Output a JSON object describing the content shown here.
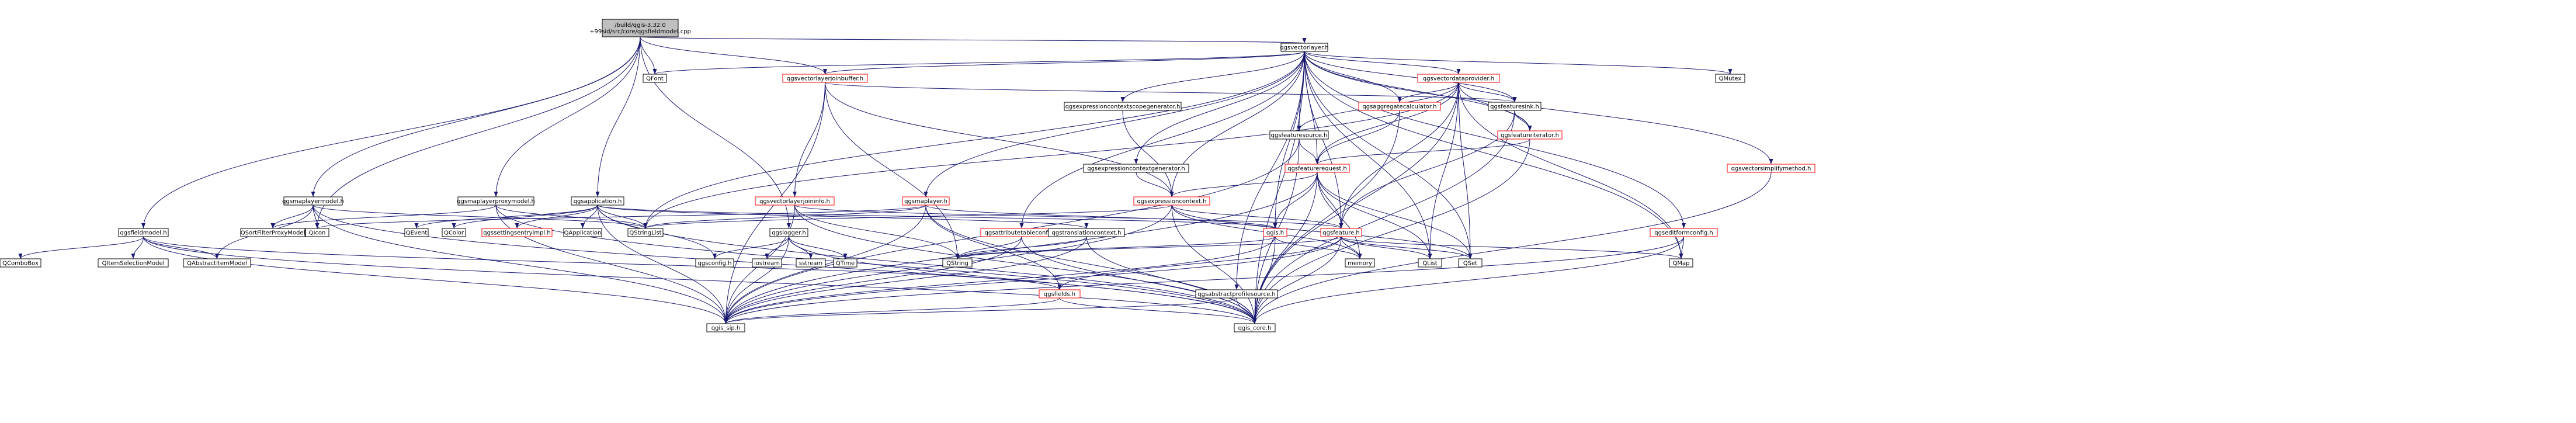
{
  "title": "/build/qgis-3.32.0+99sid/src/core/qgsfieldmodel.cpp",
  "colors": {
    "root_fill": "#bfbfbf",
    "node_stroke": "#000000",
    "red_stroke": "#ff0000",
    "edge": "#191970"
  },
  "nodes": [
    {
      "id": "root",
      "lines": [
        "/build/qgis-3.32.0",
        "+99sid/src/core/qgsfieldmodel.cpp"
      ],
      "kind": "root"
    },
    {
      "id": "qgsvectorlayer",
      "lines": [
        "qgsvectorlayer.h"
      ],
      "kind": "black"
    },
    {
      "id": "qfont",
      "lines": [
        "QFont"
      ],
      "kind": "black"
    },
    {
      "id": "qgsvectorlayerjoinbuffer",
      "lines": [
        "qgsvectorlayerjoinbuffer.h"
      ],
      "kind": "red"
    },
    {
      "id": "qgsvectordataprovider",
      "lines": [
        "qgsvectordataprovider.h"
      ],
      "kind": "red"
    },
    {
      "id": "qmutex",
      "lines": [
        "QMutex"
      ],
      "kind": "black"
    },
    {
      "id": "qgsvectorsimplifymethod",
      "lines": [
        "qgsvectorsimplifymethod.h"
      ],
      "kind": "red"
    },
    {
      "id": "qgsexpressioncontextscopegenerator",
      "lines": [
        "qgsexpressioncontextscopegenerator.h"
      ],
      "kind": "black"
    },
    {
      "id": "qgsaggregatecalculator",
      "lines": [
        "qgsaggregatecalculator.h"
      ],
      "kind": "red"
    },
    {
      "id": "qgsfeaturesink",
      "lines": [
        "qgsfeaturesink.h"
      ],
      "kind": "black"
    },
    {
      "id": "qgsfeaturesource",
      "lines": [
        "qgsfeaturesource.h"
      ],
      "kind": "black"
    },
    {
      "id": "qgsfeatureiterator",
      "lines": [
        "qgsfeatureiterator.h"
      ],
      "kind": "red"
    },
    {
      "id": "qgsexpressioncontextgenerator",
      "lines": [
        "qgsexpressioncontextgenerator.h"
      ],
      "kind": "black"
    },
    {
      "id": "qgsfeaturerequest",
      "lines": [
        "qgsfeaturerequest.h"
      ],
      "kind": "red"
    },
    {
      "id": "qgsmaplayermodel",
      "lines": [
        "qgsmaplayermodel.h"
      ],
      "kind": "black"
    },
    {
      "id": "qgsmaplayerproxymodel",
      "lines": [
        "qgsmaplayerproxymodel.h"
      ],
      "kind": "black"
    },
    {
      "id": "qgsapplication",
      "lines": [
        "qgsapplication.h"
      ],
      "kind": "black"
    },
    {
      "id": "qgsvectorlayerjoininfo",
      "lines": [
        "qgsvectorlayerjoininfo.h"
      ],
      "kind": "red"
    },
    {
      "id": "qgsmaplayer",
      "lines": [
        "qgsmaplayer.h"
      ],
      "kind": "red"
    },
    {
      "id": "qgsexpressioncontext",
      "lines": [
        "qgsexpressioncontext.h"
      ],
      "kind": "red"
    },
    {
      "id": "qgsfieldmodel",
      "lines": [
        "qgsfieldmodel.h"
      ],
      "kind": "black"
    },
    {
      "id": "qsortfilterproxymodel",
      "lines": [
        "QSortFilterProxyModel"
      ],
      "kind": "black"
    },
    {
      "id": "qicon",
      "lines": [
        "QIcon"
      ],
      "kind": "black"
    },
    {
      "id": "qstringlist",
      "lines": [
        "QStringList"
      ],
      "kind": "black"
    },
    {
      "id": "qevent",
      "lines": [
        "QEvent"
      ],
      "kind": "black"
    },
    {
      "id": "qcolor",
      "lines": [
        "QColor"
      ],
      "kind": "black"
    },
    {
      "id": "qgssettingsentryimpl",
      "lines": [
        "qgssettingsentryimpl.h"
      ],
      "kind": "red"
    },
    {
      "id": "qapplication",
      "lines": [
        "QApplication"
      ],
      "kind": "black"
    },
    {
      "id": "qgslogger",
      "lines": [
        "qgslogger.h"
      ],
      "kind": "black"
    },
    {
      "id": "qgsattributetableconfig",
      "lines": [
        "qgsattributetableconfig.h"
      ],
      "kind": "red"
    },
    {
      "id": "qgstranslationcontext",
      "lines": [
        "qgstranslationcontext.h"
      ],
      "kind": "black"
    },
    {
      "id": "qgis",
      "lines": [
        "qgis.h"
      ],
      "kind": "red"
    },
    {
      "id": "qgsfeature",
      "lines": [
        "qgsfeature.h"
      ],
      "kind": "red"
    },
    {
      "id": "qgseditformconfig",
      "lines": [
        "qgseditformconfig.h"
      ],
      "kind": "red"
    },
    {
      "id": "qcombobox",
      "lines": [
        "QComboBox"
      ],
      "kind": "black"
    },
    {
      "id": "qitemselectionmodel",
      "lines": [
        "QItemSelectionModel"
      ],
      "kind": "black"
    },
    {
      "id": "qabstractitemmodel",
      "lines": [
        "QAbstractItemModel"
      ],
      "kind": "black"
    },
    {
      "id": "qgsconfig",
      "lines": [
        "qgsconfig.h"
      ],
      "kind": "black"
    },
    {
      "id": "iostream",
      "lines": [
        "iostream"
      ],
      "kind": "black"
    },
    {
      "id": "sstream",
      "lines": [
        "sstream"
      ],
      "kind": "black"
    },
    {
      "id": "qtime",
      "lines": [
        "QTime"
      ],
      "kind": "black"
    },
    {
      "id": "qstring",
      "lines": [
        "QString"
      ],
      "kind": "black"
    },
    {
      "id": "qgsfields",
      "lines": [
        "qgsfields.h"
      ],
      "kind": "red"
    },
    {
      "id": "memory",
      "lines": [
        "memory"
      ],
      "kind": "black"
    },
    {
      "id": "qlist",
      "lines": [
        "QList"
      ],
      "kind": "black"
    },
    {
      "id": "qset",
      "lines": [
        "QSet"
      ],
      "kind": "black"
    },
    {
      "id": "qmap",
      "lines": [
        "QMap"
      ],
      "kind": "black"
    },
    {
      "id": "qgsabstractprofilesource",
      "lines": [
        "qgsabstractprofilesource.h"
      ],
      "kind": "black"
    },
    {
      "id": "qgis_sip",
      "lines": [
        "qgis_sip.h"
      ],
      "kind": "black"
    },
    {
      "id": "qgis_core",
      "lines": [
        "qgis_core.h"
      ],
      "kind": "black"
    }
  ],
  "edges": [
    [
      "root",
      "qgsvectorlayer"
    ],
    [
      "root",
      "qfont"
    ],
    [
      "root",
      "qgsvectorlayerjoinbuffer"
    ],
    [
      "root",
      "qgsmaplayermodel"
    ],
    [
      "root",
      "qgsmaplayerproxymodel"
    ],
    [
      "root",
      "qgsapplication"
    ],
    [
      "root",
      "qgsfieldmodel"
    ],
    [
      "root",
      "qgslogger"
    ],
    [
      "root",
      "qicon"
    ],
    [
      "qgsvectorlayer",
      "qfont"
    ],
    [
      "qgsvectorlayer",
      "qgsvectorlayerjoinbuffer"
    ],
    [
      "qgsvectorlayer",
      "qgsvectordataprovider"
    ],
    [
      "qgsvectorlayer",
      "qmutex"
    ],
    [
      "qgsvectorlayer",
      "qgsvectorsimplifymethod"
    ],
    [
      "qgsvectorlayer",
      "qgsexpressioncontextscopegenerator"
    ],
    [
      "qgsvectorlayer",
      "qgsaggregatecalculator"
    ],
    [
      "qgsvectorlayer",
      "qgsfeaturesink"
    ],
    [
      "qgsvectorlayer",
      "qgsfeaturesource"
    ],
    [
      "qgsvectorlayer",
      "qgsfeatureiterator"
    ],
    [
      "qgsvectorlayer",
      "qgsexpressioncontextgenerator"
    ],
    [
      "qgsvectorlayer",
      "qgsfeaturerequest"
    ],
    [
      "qgsvectorlayer",
      "qgsmaplayer"
    ],
    [
      "qgsvectorlayer",
      "qgsattributetableconfig"
    ],
    [
      "qgsvectorlayer",
      "qgsexpressioncontext"
    ],
    [
      "qgsvectorlayer",
      "qgis"
    ],
    [
      "qgsvectorlayer",
      "qgsfeature"
    ],
    [
      "qgsvectorlayer",
      "qgseditformconfig"
    ],
    [
      "qgsvectorlayer",
      "qgsabstractprofilesource"
    ],
    [
      "qgsvectorlayer",
      "qset"
    ],
    [
      "qgsvectorlayer",
      "qlist"
    ],
    [
      "qgsvectorlayer",
      "qmap"
    ],
    [
      "qgsvectorlayer",
      "qgis_core"
    ],
    [
      "qgsvectorlayer",
      "qstringlist"
    ],
    [
      "qgsvectorlayerjoinbuffer",
      "qgsvectorlayerjoininfo"
    ],
    [
      "qgsvectorlayerjoinbuffer",
      "qgsfeaturesink"
    ],
    [
      "qgsvectorlayerjoinbuffer",
      "qgsexpressioncontext"
    ],
    [
      "qgsvectorlayerjoinbuffer",
      "qstring"
    ],
    [
      "qgsvectorlayerjoinbuffer",
      "qgis_sip"
    ],
    [
      "qgsvectordataprovider",
      "qgsaggregatecalculator"
    ],
    [
      "qgsvectordataprovider",
      "qgsfeaturesink"
    ],
    [
      "qgsvectordataprovider",
      "qgsfeaturesource"
    ],
    [
      "qgsvectordataprovider",
      "qgsfeatureiterator"
    ],
    [
      "qgsvectordataprovider",
      "qgsfeaturerequest"
    ],
    [
      "qgsvectordataprovider",
      "qgsfeature"
    ],
    [
      "qgsvectordataprovider",
      "qset"
    ],
    [
      "qgsvectordataprovider",
      "qlist"
    ],
    [
      "qgsvectordataprovider",
      "qmap"
    ],
    [
      "qgsvectordataprovider",
      "qgis_core"
    ],
    [
      "qgsvectordataprovider",
      "qstringlist"
    ],
    [
      "qgsvectorsimplifymethod",
      "qgis_core"
    ],
    [
      "qgsexpressioncontextscopegenerator",
      "qgsexpressioncontext"
    ],
    [
      "qgsaggregatecalculator",
      "qgsfeaturerequest"
    ],
    [
      "qgsaggregatecalculator",
      "qgis_core"
    ],
    [
      "qgsfeaturesink",
      "qgsfeatureiterator"
    ],
    [
      "qgsfeaturesink",
      "qgsfeature"
    ],
    [
      "qgsfeaturesink",
      "qgis_core"
    ],
    [
      "qgsfeaturesource",
      "qgsfeaturerequest"
    ],
    [
      "qgsfeaturesource",
      "qgis_sip"
    ],
    [
      "qgsfeaturesource",
      "qgis_core"
    ],
    [
      "qgsfeatureiterator",
      "qgsfeaturerequest"
    ],
    [
      "qgsfeatureiterator",
      "qgis_core"
    ],
    [
      "qgsexpressioncontextgenerator",
      "qgsexpressioncontext"
    ],
    [
      "qgsfeaturerequest",
      "qgsexpressioncontext"
    ],
    [
      "qgsfeaturerequest",
      "qgis"
    ],
    [
      "qgsfeaturerequest",
      "qgsfeature"
    ],
    [
      "qgsfeaturerequest",
      "memory"
    ],
    [
      "qgsfeaturerequest",
      "qlist"
    ],
    [
      "qgsfeaturerequest",
      "qset"
    ],
    [
      "qgsfeaturerequest",
      "qgis_core"
    ],
    [
      "qgsfeaturerequest",
      "qgis_sip"
    ],
    [
      "qgsmaplayermodel",
      "qsortfilterproxymodel"
    ],
    [
      "qgsmaplayermodel",
      "qabstractitemmodel"
    ],
    [
      "qgsmaplayermodel",
      "qicon"
    ],
    [
      "qgsmaplayermodel",
      "qstringlist"
    ],
    [
      "qgsmaplayermodel",
      "qgis_sip"
    ],
    [
      "qgsmaplayermodel",
      "qgis_core"
    ],
    [
      "qgsmaplayerproxymodel",
      "qsortfilterproxymodel"
    ],
    [
      "qgsmaplayerproxymodel",
      "qstringlist"
    ],
    [
      "qgsmaplayerproxymodel",
      "qgis_sip"
    ],
    [
      "qgsmaplayerproxymodel",
      "qgis_core"
    ],
    [
      "qgsapplication",
      "qapplication"
    ],
    [
      "qgsapplication",
      "qevent"
    ],
    [
      "qgsapplication",
      "qstringlist"
    ],
    [
      "qgsapplication",
      "qcolor"
    ],
    [
      "qgsapplication",
      "qgssettingsentryimpl"
    ],
    [
      "qgsapplication",
      "qgsconfig"
    ],
    [
      "qgsapplication",
      "qgstranslationcontext"
    ],
    [
      "qgsapplication",
      "qgis"
    ],
    [
      "qgsapplication",
      "qgis_sip"
    ],
    [
      "qgsapplication",
      "qgis_core"
    ],
    [
      "qgsvectorlayerjoininfo",
      "qgsfeature"
    ],
    [
      "qgsvectorlayerjoininfo",
      "qstring"
    ],
    [
      "qgsvectorlayerjoininfo",
      "qgis_core"
    ],
    [
      "qgsvectorlayerjoininfo",
      "qgis_sip"
    ],
    [
      "qgsmaplayer",
      "qstringlist"
    ],
    [
      "qgsmaplayer",
      "qgis"
    ],
    [
      "qgsmaplayer",
      "qgsfields"
    ],
    [
      "qgsmaplayer",
      "qgis_core"
    ],
    [
      "qgsmaplayer",
      "qgis_sip"
    ],
    [
      "qgsmaplayer",
      "qicon"
    ],
    [
      "qgsexpressioncontext",
      "qgsfeature"
    ],
    [
      "qgsexpressioncontext",
      "qstringlist"
    ],
    [
      "qgsexpressioncontext",
      "qset"
    ],
    [
      "qgsexpressioncontext",
      "memory"
    ],
    [
      "qgsexpressioncontext",
      "qgis_core"
    ],
    [
      "qgsexpressioncontext",
      "qgis_sip"
    ],
    [
      "qgsfieldmodel",
      "qcombobox"
    ],
    [
      "qgsfieldmodel",
      "qitemselectionmodel"
    ],
    [
      "qgsfieldmodel",
      "qabstractitemmodel"
    ],
    [
      "qgsfieldmodel",
      "qgsfields"
    ],
    [
      "qgsfieldmodel",
      "qgis_sip"
    ],
    [
      "qgsfieldmodel",
      "qgis_core"
    ],
    [
      "qgslogger",
      "iostream"
    ],
    [
      "qgslogger",
      "sstream"
    ],
    [
      "qgslogger",
      "qtime"
    ],
    [
      "qgslogger",
      "qgsconfig"
    ],
    [
      "qgslogger",
      "qgis_core"
    ],
    [
      "qgslogger",
      "qgis_sip"
    ],
    [
      "qgsattributetableconfig",
      "qstring"
    ],
    [
      "qgsattributetableconfig",
      "qgis_core"
    ],
    [
      "qgsattributetableconfig",
      "qgis_sip"
    ],
    [
      "qgstranslationcontext",
      "qstring"
    ],
    [
      "qgstranslationcontext",
      "qgis_core"
    ],
    [
      "qgstranslationcontext",
      "qgis_sip"
    ],
    [
      "qgis",
      "memory"
    ],
    [
      "qgis",
      "qstring"
    ],
    [
      "qgis",
      "qgis_core"
    ],
    [
      "qgis",
      "qgis_sip"
    ],
    [
      "qgsfeature",
      "qgsfields"
    ],
    [
      "qgsfeature",
      "memory"
    ],
    [
      "qgsfeature",
      "qlist"
    ],
    [
      "qgsfeature",
      "qset"
    ],
    [
      "qgsfeature",
      "qmap"
    ],
    [
      "qgsfeature",
      "qgis_core"
    ],
    [
      "qgsfeature",
      "qgis_sip"
    ],
    [
      "qgsfeature",
      "qstring"
    ],
    [
      "qgseditformconfig",
      "qmap"
    ],
    [
      "qgseditformconfig",
      "qgis_core"
    ],
    [
      "qgseditformconfig",
      "qgis_sip"
    ],
    [
      "qgsfields",
      "qgis_core"
    ],
    [
      "qgsfields",
      "qgis_sip"
    ],
    [
      "qgsabstractprofilesource",
      "qgis_core"
    ],
    [
      "qgsabstractprofilesource",
      "qgis_sip"
    ]
  ]
}
